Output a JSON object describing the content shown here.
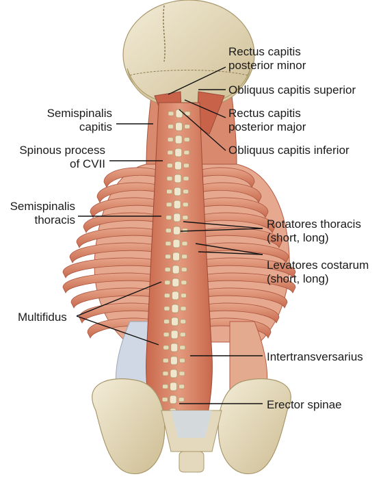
{
  "labels": {
    "rectus_minor": [
      "Rectus capitis",
      "posterior minor"
    ],
    "obliquus_superior": "Obliquus capitis superior",
    "rectus_major": [
      "Rectus capitis",
      "posterior major"
    ],
    "obliquus_inferior": "Obliquus capitis inferior",
    "semispinalis_capitis": [
      "Semispinalis",
      "capitis"
    ],
    "spinous_process": [
      "Spinous process",
      "of CVII"
    ],
    "semispinalis_thoracis": [
      "Semispinalis",
      "thoracis"
    ],
    "rotatores": [
      "Rotatores thoracis",
      "(short, long)"
    ],
    "levatores": [
      "Levatores costarum",
      "(short, long)"
    ],
    "multifidus": "Multifidus",
    "intertransversarius": "Intertransversarius",
    "erector_spinae": "Erector spinae"
  },
  "colors": {
    "bone": "#e9dfc4",
    "bone_shadow": "#c9b98e",
    "muscle": "#d9866a",
    "muscle_dark": "#b65a42",
    "tendon": "#d6dde6",
    "leader_line": "#111111"
  }
}
